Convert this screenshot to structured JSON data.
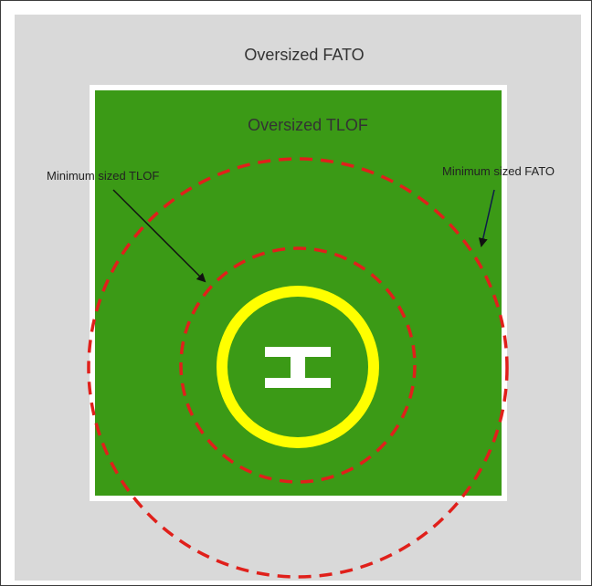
{
  "labels": {
    "fato": "Oversized FATO",
    "tlof": "Oversized TLOF",
    "min_tlof": "Minimum sized TLOF",
    "min_fato": "Minimum sized FATO",
    "helipad_marker": "H"
  },
  "colors": {
    "fato_area": "#d9d9d9",
    "tlof_area": "#3b9a16",
    "tlof_edge": "#ffffff",
    "minimum_boundary": "#e0201b",
    "touchdown_circle": "#ffff00",
    "marker": "#ffffff",
    "arrow": "#111111",
    "frame": "#3c3c3c"
  }
}
